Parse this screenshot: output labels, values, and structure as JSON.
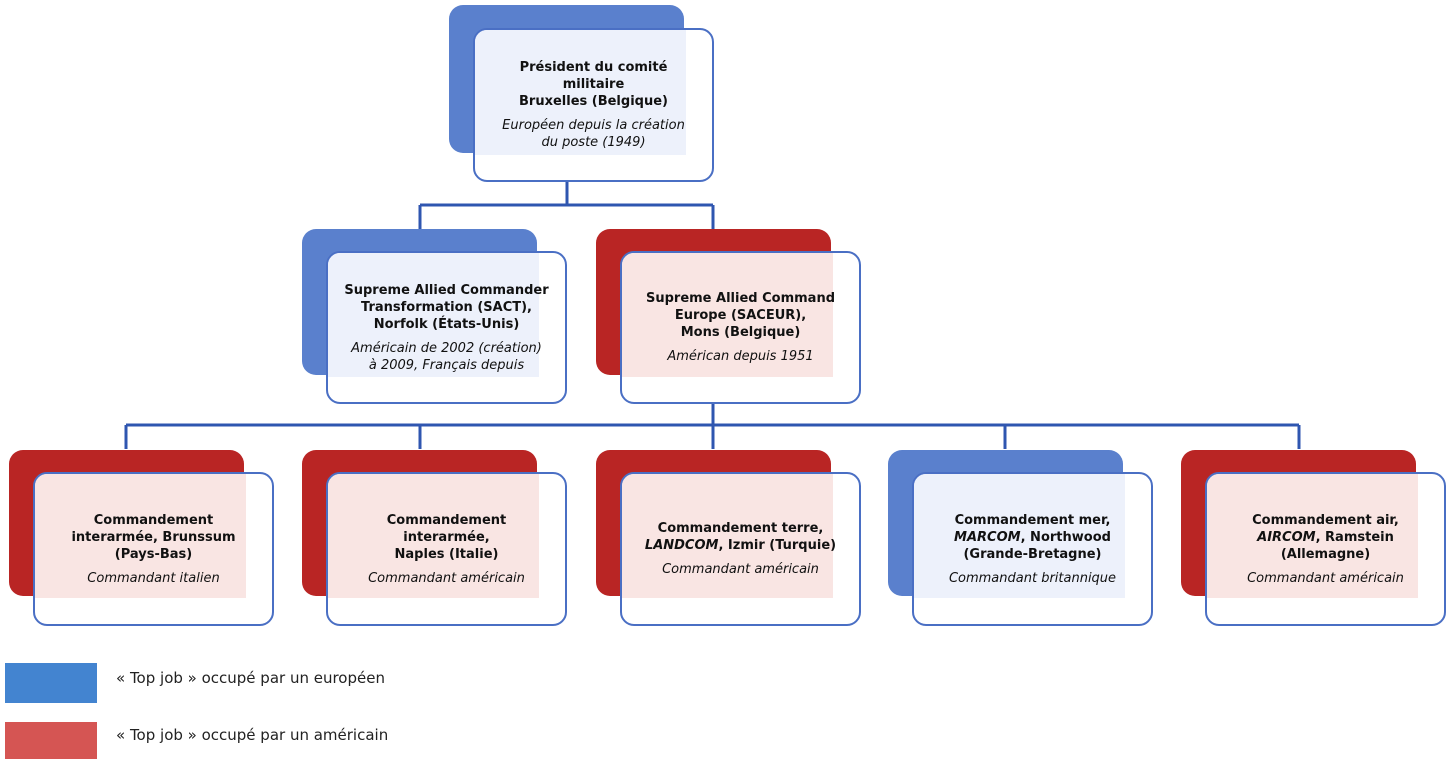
{
  "colors": {
    "european_back": "#5a80cd",
    "american_back": "#b92524",
    "european_tint": "#edf1fb",
    "american_tint": "#f9e5e3",
    "front_border": "#4a6fc4",
    "connector": "#2f56b0",
    "legend_european": "#4384d0",
    "legend_american": "#d55553"
  },
  "nodes": {
    "president": {
      "lines": [
        "Président du comité",
        "militaire",
        "Bruxelles (Belgique)"
      ],
      "note": [
        "Européen depuis la création",
        "du poste (1949)"
      ]
    },
    "sact": {
      "lines": [
        "Supreme Allied Commander",
        "Transformation (SACT),",
        "Norfolk (États-Unis)"
      ],
      "note": [
        "Américain de 2002 (création)",
        "à 2009, Français depuis"
      ]
    },
    "saceur": {
      "lines": [
        "Supreme Allied Command",
        "Europe (SACEUR),",
        "Mons (Belgique)"
      ],
      "note": [
        "Américan depuis 1951"
      ]
    },
    "brunssum": {
      "lines": [
        "Commandement",
        "interarmée, Brunssum",
        "(Pays-Bas)"
      ],
      "note": [
        "Commandant italien"
      ]
    },
    "naples": {
      "lines": [
        "Commandement",
        "interarmée,",
        "Naples (Italie)"
      ],
      "note": [
        "Commandant américain"
      ]
    },
    "landcom": {
      "lines": [
        "Commandement terre,"
      ],
      "line2_acronym": "LANDCOM",
      "line2_rest": ", Izmir (Turquie)",
      "note": [
        "Commandant américain"
      ]
    },
    "marcom": {
      "lines": [
        "Commandement mer,"
      ],
      "line2_acronym": "MARCOM",
      "line2_rest": ", Northwood",
      "line3": "(Grande-Bretagne)",
      "note": [
        "Commandant britannique"
      ]
    },
    "aircom": {
      "lines": [
        "Commandement air,"
      ],
      "line2_acronym": "AIRCOM",
      "line2_rest": ", Ramstein",
      "line3": "(Allemagne)",
      "note": [
        "Commandant américain"
      ]
    }
  },
  "legend": {
    "european": "« Top job » occupé par un européen",
    "american": "« Top job » occupé par un américain"
  }
}
